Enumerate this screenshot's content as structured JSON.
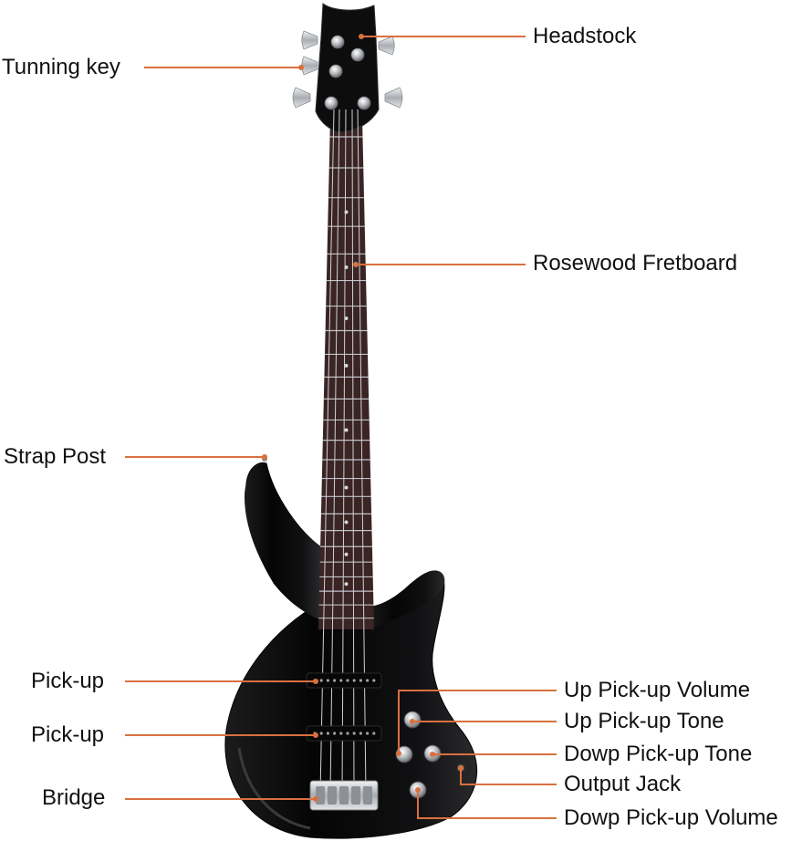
{
  "labels": {
    "headstock": "Headstock",
    "tuning_key": "Tunning key",
    "fretboard": "Rosewood Fretboard",
    "strap_post": "Strap Post",
    "pickup_neck": "Pick-up",
    "pickup_bridge": "Pick-up",
    "bridge": "Bridge",
    "up_pickup_volume": "Up Pick-up Volume",
    "up_pickup_tone": "Up Pick-up Tone",
    "down_pickup_tone": "Dowp Pick-up Tone",
    "output_jack": "Output Jack",
    "down_pickup_volume": "Dowp Pick-up Volume"
  },
  "colors": {
    "leader_line": "#d9703f",
    "body": "#0b0b0c",
    "fretboard": "#3a2424",
    "hardware": "#c9ccd0"
  }
}
